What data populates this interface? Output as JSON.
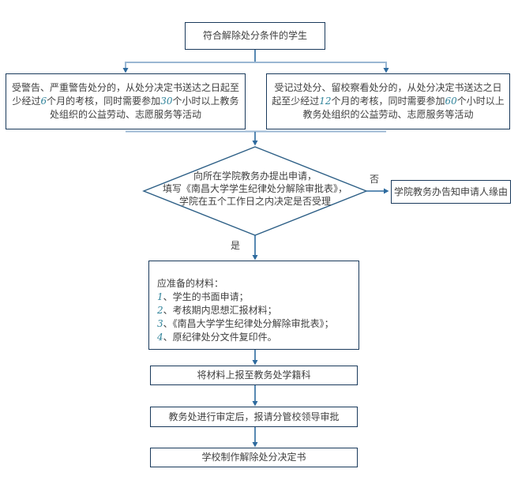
{
  "flow": {
    "start": "符合解除处分条件的学生",
    "left_condition": {
      "p1": "受警告、严重警告处分的，从处分决定书送达之日起至少经过",
      "n1": "6",
      "p2": "个月的考核，同时需要参加",
      "n2": "30",
      "p3": "个小时以上教务处组织的公益劳动、志愿服务等活动"
    },
    "right_condition": {
      "p1": "受记过处分、留校察看处分的，从处分决定书送达之日起至少经过",
      "n1": "12",
      "p2": "个月的考核，同时需要参加",
      "n2": "60",
      "p3": "个小时以上教务处组织的公益劳动、志愿服务等活动"
    },
    "decision": {
      "line1": "向所在学院教务办提出申请，",
      "line2": "填写《南昌大学学生纪律处分解除审批表》，",
      "line3": "学院在五个工作日之内决定是否受理"
    },
    "no_label": "否",
    "yes_label": "是",
    "notify": "学院教务办告知申请人缘由",
    "materials": {
      "title": "应准备的材料：",
      "items": [
        {
          "n": "1",
          "t": "、学生的书面申请；"
        },
        {
          "n": "2",
          "t": "、考核期内思想汇报材料；"
        },
        {
          "n": "3",
          "t": "、《南昌大学学生纪律处分解除审批表》；"
        },
        {
          "n": "4",
          "t": "、原纪律处分文件复印件。"
        }
      ]
    },
    "submit": "将材料上报至教务处学籍科",
    "review": "教务处进行审定后，报请分管校领导审批",
    "final": "学校制作解除处分决定书"
  },
  "colors": {
    "border": "#1a3a5c",
    "diamond-border": "#2d5f86",
    "connector": "#2d6a9e",
    "connector-light": "#9ab7d3",
    "highlight": "#31849b",
    "text": "#3f3f3f"
  }
}
